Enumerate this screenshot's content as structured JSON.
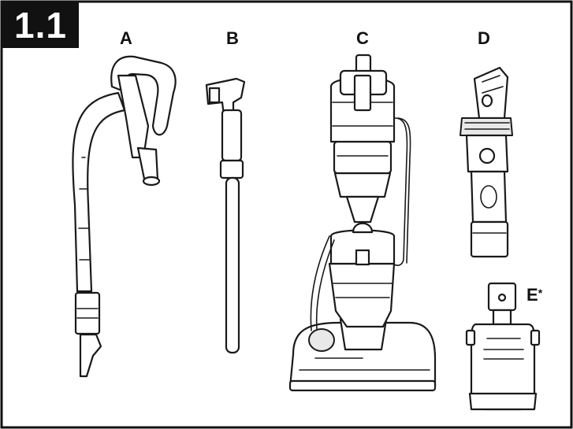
{
  "figure": {
    "number": "1.1",
    "parts": [
      {
        "id": "A",
        "label": "A",
        "depicts": "hose-with-handle"
      },
      {
        "id": "B",
        "label": "B",
        "depicts": "extension-wand"
      },
      {
        "id": "C",
        "label": "C",
        "depicts": "upright-vacuum"
      },
      {
        "id": "D",
        "label": "D",
        "depicts": "crevice-tool"
      },
      {
        "id": "E",
        "label": "E",
        "marker": "*",
        "depicts": "turbo-brush"
      }
    ]
  },
  "colors": {
    "line": "#1a1a1a",
    "badge": "#111111",
    "fill": "#ffffff",
    "shade": "#e8e8e8"
  }
}
